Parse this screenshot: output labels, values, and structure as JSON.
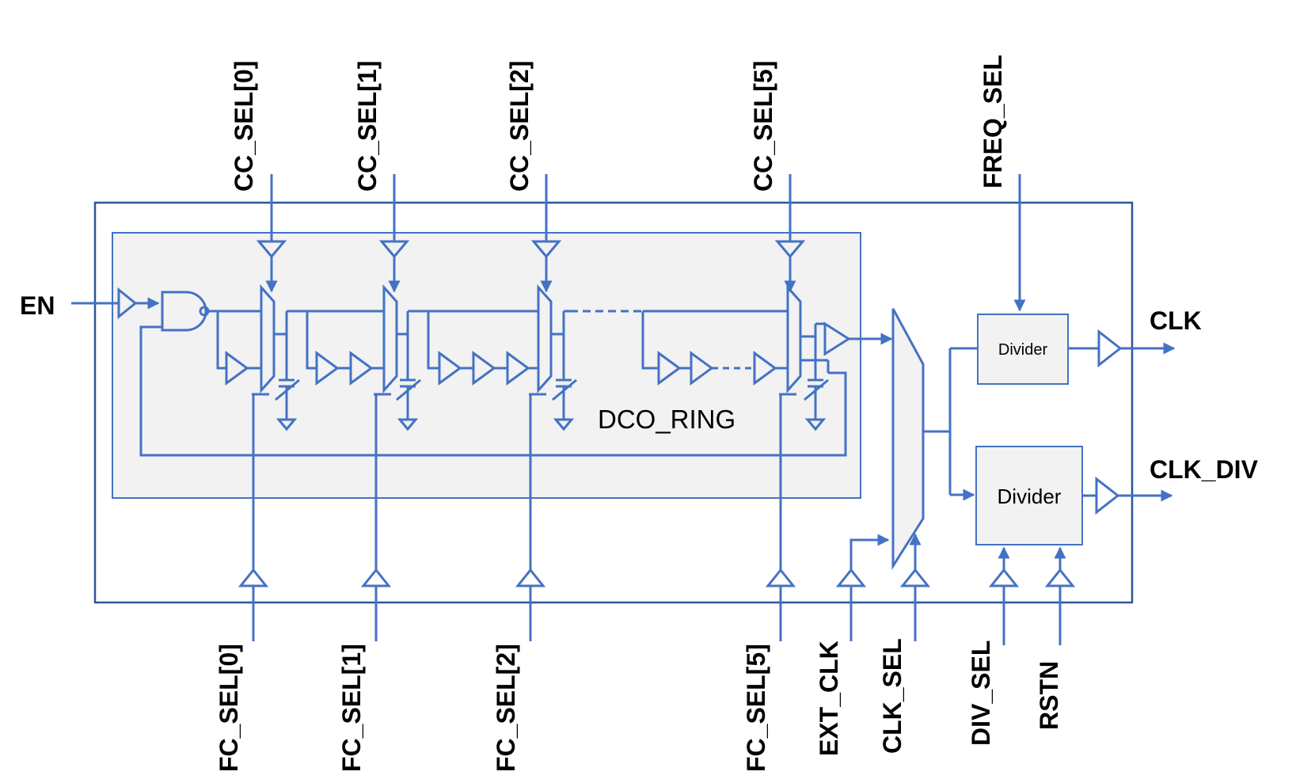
{
  "labels": {
    "en": "EN",
    "cc_sel": [
      "CC_SEL[0]",
      "CC_SEL[1]",
      "CC_SEL[2]",
      "CC_SEL[5]"
    ],
    "fc_sel": [
      "FC_SEL[0]",
      "FC_SEL[1]",
      "FC_SEL[2]",
      "FC_SEL[5]"
    ],
    "freq_sel": "FREQ_SEL",
    "ext_clk": "EXT_CLK",
    "clk_sel": "CLK_SEL",
    "div_sel": "DIV_SEL",
    "rstn": "RSTN",
    "clk": "CLK",
    "clk_div": "CLK_DIV",
    "dco_ring": "DCO_RING",
    "divider_top": "Divider",
    "divider_bottom": "Divider"
  },
  "colors": {
    "wire": "#4472C4",
    "outer_border": "#2F5597",
    "ring_fill": "#F2F2F2",
    "divider_fill": "#F2F2F2"
  }
}
